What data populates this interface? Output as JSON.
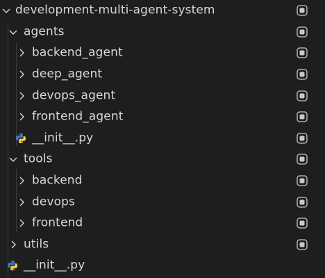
{
  "tree": {
    "root": {
      "label": "development-multi-agent-system",
      "icon": "chevron-down-icon",
      "state": "expanded"
    },
    "agents": {
      "label": "agents",
      "icon": "chevron-down-icon",
      "state": "expanded",
      "children": [
        {
          "label": "backend_agent",
          "icon": "chevron-right-icon",
          "state": "collapsed"
        },
        {
          "label": "deep_agent",
          "icon": "chevron-right-icon",
          "state": "collapsed"
        },
        {
          "label": "devops_agent",
          "icon": "chevron-right-icon",
          "state": "collapsed"
        },
        {
          "label": "frontend_agent",
          "icon": "chevron-right-icon",
          "state": "collapsed"
        },
        {
          "label": "__init__.py",
          "icon": "python-file-icon"
        }
      ]
    },
    "tools": {
      "label": "tools",
      "icon": "chevron-down-icon",
      "state": "expanded",
      "children": [
        {
          "label": "backend",
          "icon": "chevron-right-icon",
          "state": "collapsed"
        },
        {
          "label": "devops",
          "icon": "chevron-right-icon",
          "state": "collapsed"
        },
        {
          "label": "frontend",
          "icon": "chevron-right-icon",
          "state": "collapsed"
        }
      ]
    },
    "utils": {
      "label": "utils",
      "icon": "chevron-right-icon",
      "state": "collapsed"
    },
    "init": {
      "label": "__init__.py",
      "icon": "python-file-icon"
    }
  },
  "colors": {
    "background": "#1e1e1e",
    "text": "#d8d8d8",
    "guide": "#3c3c3c",
    "python_blue": "#3d7ab8",
    "python_yellow": "#f2cf4a",
    "status_dot": "#c8c8c8"
  }
}
